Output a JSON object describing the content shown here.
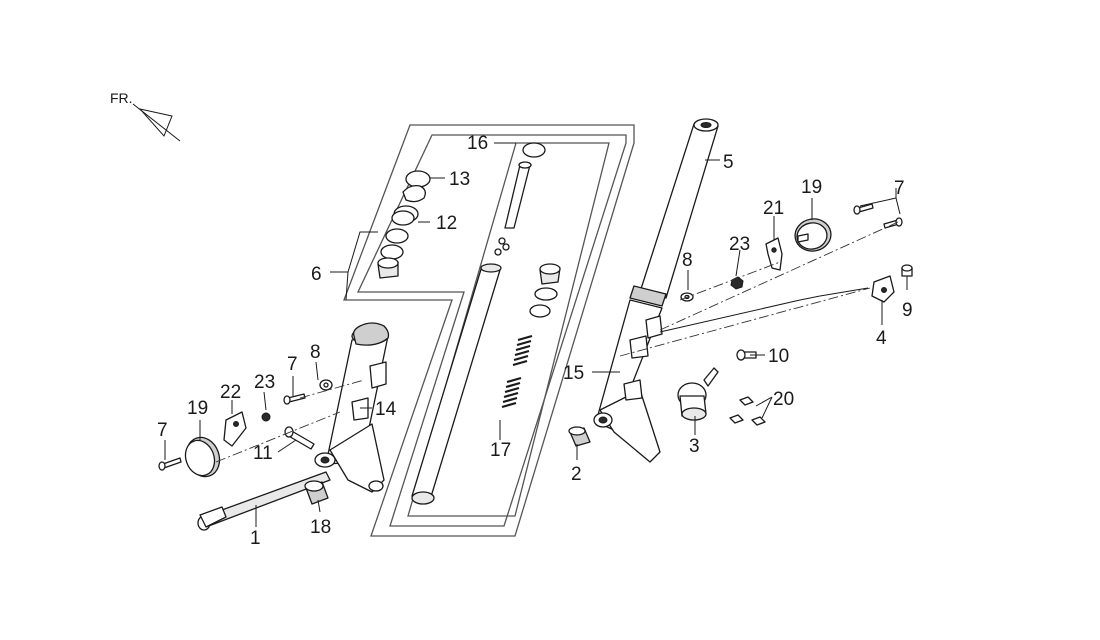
{
  "diagram": {
    "direction_marker": "FR.",
    "callouts": {
      "p1": "1",
      "p2": "2",
      "p3": "3",
      "p4": "4",
      "p5": "5",
      "p6": "6",
      "p7_left": "7",
      "p7_middle": "7",
      "p7_right": "7",
      "p8_left": "8",
      "p8_right": "8",
      "p9": "9",
      "p10": "10",
      "p11": "11",
      "p12": "12",
      "p13": "13",
      "p14": "14",
      "p15": "15",
      "p16": "16",
      "p17": "17",
      "p18": "18",
      "p19_left": "19",
      "p19_right": "19",
      "p20": "20",
      "p21": "21",
      "p22": "22",
      "p23_left": "23",
      "p23_right": "23"
    }
  }
}
